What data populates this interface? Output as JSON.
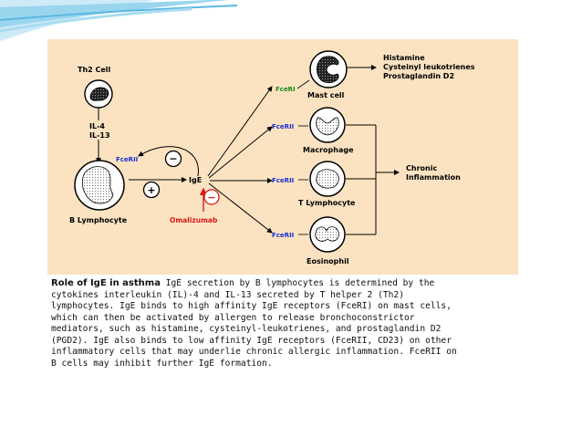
{
  "diagram": {
    "th2_cell": "Th2 Cell",
    "il4": "IL-4",
    "il13": "IL-13",
    "fceri_blymph": "FceRII",
    "b_lymphocyte": "B Lymphocyte",
    "ige": "IgE",
    "minus": "−",
    "plus": "+",
    "omalizumab": "Omalizumab",
    "receptor_mast": "FceRI",
    "receptor_macro": "FceRII",
    "receptor_t": "FceRII",
    "receptor_eos": "FceRII",
    "mast_cell": "Mast cell",
    "macrophage": "Macrophage",
    "t_lymphocyte": "T Lymphocyte",
    "eosinophil": "Eosinophil",
    "mediators": [
      "Histamine",
      "Cysteinyl leukotrienes",
      "Prostaglandin D2"
    ],
    "chronic": [
      "Chronic",
      "Inflammation"
    ]
  },
  "caption": {
    "title": "Role of IgE in asthma",
    "lines": [
      " IgE secretion by B lymphocytes is determined by the",
      "cytokines interleukin (IL)-4 and IL-13 secreted by T helper 2 (Th2)",
      "lymphocytes. IgE binds to high affinity IgE receptors (FceRI) on mast cells,",
      "which can then be activated by allergen to release bronchoconstrictor",
      "mediators, such as histamine, cysteinyl-leukotrienes, and prostaglandin D2",
      "(PGD2). IgE also binds to low affinity IgE receptors (FceRII, CD23) on other",
      "inflammatory cells that may underlie chronic allergic inflammation. FceRII on",
      "B cells may inhibit further IgE formation."
    ]
  },
  "colors": {
    "panel": "#fbe3c1",
    "receptor_label": "#1a2fcf",
    "high_affinity_label": "#1a8a1a",
    "inhibitor": "#d81a1a",
    "swoosh": "#7ec8e8"
  }
}
